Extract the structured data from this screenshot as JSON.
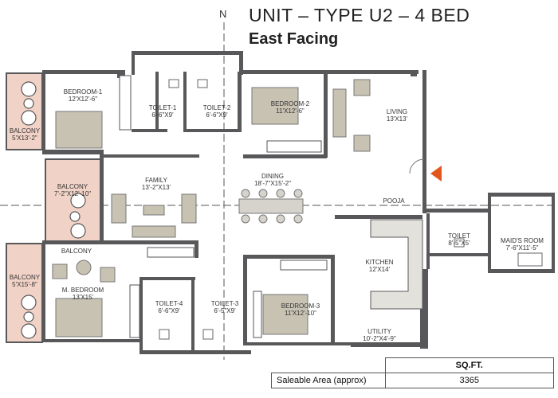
{
  "header": {
    "title": "UNIT – TYPE U2 – 4 BED",
    "subtitle": "East Facing",
    "north_label": "N"
  },
  "rooms": {
    "bedroom1": {
      "name": "BEDROOM-1",
      "dim": "12'X12'-6\""
    },
    "toilet1": {
      "name": "TOILET-1",
      "dim": "6'-6\"X9'"
    },
    "toilet2": {
      "name": "TOILET-2",
      "dim": "6'-6\"X9'"
    },
    "bedroom2": {
      "name": "BEDROOM-2",
      "dim": "11'X12'-6\""
    },
    "living": {
      "name": "LIVING",
      "dim": "13'X13'"
    },
    "balcony1": {
      "name": "BALCONY",
      "dim": "5'X13'-2\""
    },
    "balcony2": {
      "name": "BALCONY",
      "dim": "7'-2\"X12'-10\""
    },
    "family": {
      "name": "FAMILY",
      "dim": "13'-2\"X13'"
    },
    "dining": {
      "name": "DINING",
      "dim": "18'-7\"X15'-2\""
    },
    "pooja": {
      "name": "POOJA",
      "dim": ""
    },
    "toilet5": {
      "name": "TOILET",
      "dim": "8'-5\"X5'"
    },
    "maids_room": {
      "name": "MAID'S ROOM",
      "dim": "7'-6\"X11'-5\""
    },
    "balcony3": {
      "name": "BALCONY",
      "dim": "5'X15'-8\""
    },
    "balcony4": {
      "name": "BALCONY",
      "dim": ""
    },
    "master_bedroom": {
      "name": "M. BEDROOM",
      "dim": "13'X15'"
    },
    "kitchen": {
      "name": "KITCHEN",
      "dim": "12'X14'"
    },
    "toilet4": {
      "name": "TOILET-4",
      "dim": "6'-6\"X9'"
    },
    "toilet3": {
      "name": "TOILET-3",
      "dim": "6'-5\"X9'"
    },
    "bedroom3": {
      "name": "BEDROOM-3",
      "dim": "11'X12'-10\""
    },
    "utility": {
      "name": "UTILITY",
      "dim": "10'-2\"X4'-9\""
    }
  },
  "area_table": {
    "unit_header": "SQ.FT.",
    "label": "Saleable Area (approx)",
    "value": "3365"
  },
  "colors": {
    "wall": "#58585a",
    "balcony": "#f1d2c6",
    "furniture": "#c8c2b3",
    "entry_arrow": "#e2561d"
  }
}
